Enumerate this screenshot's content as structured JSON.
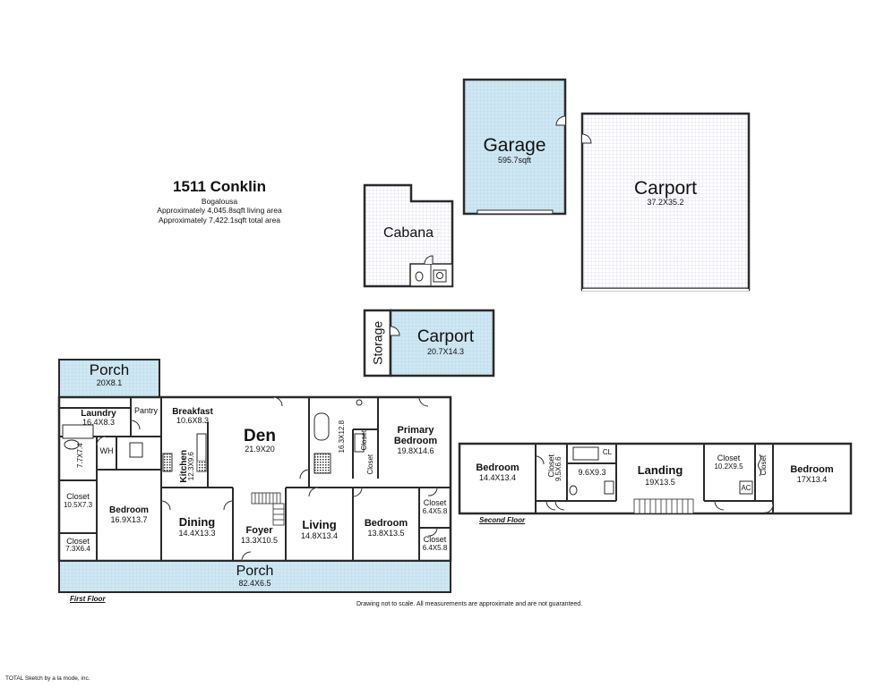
{
  "header": {
    "title": "1511 Conklin",
    "city": "Bogalousa",
    "living_area": "Approximately 4,045.8sqft living area",
    "total_area": "Approximately 7,422.1sqft total area"
  },
  "outbuildings": {
    "garage": {
      "name": "Garage",
      "size": "595.7sqft"
    },
    "carport_large": {
      "name": "Carport",
      "size": "37.2X35.2"
    },
    "cabana": {
      "name": "Cabana"
    },
    "storage": {
      "name": "Storage"
    },
    "carport_small": {
      "name": "Carport",
      "size": "20.7X14.3"
    }
  },
  "first_floor": {
    "label": "First Floor",
    "rooms": {
      "porch_back": {
        "name": "Porch",
        "size": "20X8.1"
      },
      "laundry": {
        "name": "Laundry",
        "size": "16.4X8.3"
      },
      "pantry": {
        "name": "Pantry"
      },
      "breakfast": {
        "name": "Breakfast",
        "size": "10.6X8.3"
      },
      "wh": {
        "name": "WH"
      },
      "bath_small": {
        "size": "7.7X7.4"
      },
      "kitchen": {
        "name": "Kitchen",
        "size": "12.3X9.6"
      },
      "den": {
        "name": "Den",
        "size": "21.9X20"
      },
      "bath_main": {
        "size": "16.3X12.8"
      },
      "primary_closet": {
        "name": "Closet"
      },
      "primary_closet2": {
        "name": "Closet"
      },
      "primary_bedroom": {
        "name": "Primary Bedroom",
        "size": "19.8X14.6"
      },
      "closet_a": {
        "name": "Closet",
        "size": "10.5X7.3"
      },
      "closet_b": {
        "name": "Closet",
        "size": "7.3X6.4"
      },
      "bedroom_w": {
        "name": "Bedroom",
        "size": "16.9X13.7"
      },
      "dining": {
        "name": "Dining",
        "size": "14.4X13.3"
      },
      "foyer": {
        "name": "Foyer",
        "size": "13.3X10.5"
      },
      "living": {
        "name": "Living",
        "size": "14.8X13.4"
      },
      "bedroom_e": {
        "name": "Bedroom",
        "size": "13.8X13.5"
      },
      "closet_e1": {
        "name": "Closet",
        "size": "6.4X5.8"
      },
      "closet_e2": {
        "name": "Closet",
        "size": "6.4X5.8"
      },
      "porch_front": {
        "name": "Porch",
        "size": "82.4X6.5"
      }
    }
  },
  "second_floor": {
    "label": "Second Floor",
    "rooms": {
      "bedroom_w": {
        "name": "Bedroom",
        "size": "14.4X13.4"
      },
      "closet_w": {
        "name": "Closet",
        "size": "9.5X6.6"
      },
      "cl": {
        "name": "CL"
      },
      "bath": {
        "size": "9.6X9.3"
      },
      "landing": {
        "name": "Landing",
        "size": "19X13.5"
      },
      "closet_e": {
        "name": "Closet",
        "size": "10.2X9.5"
      },
      "closet_e_small": {
        "name": "Closet"
      },
      "ac": {
        "name": "AC"
      },
      "bedroom_e": {
        "name": "Bedroom",
        "size": "17X13.4"
      }
    }
  },
  "disclaimer": "Drawing not to scale. All measurements are approximate and are not guaranteed.",
  "credit": "TOTAL Sketch by a la mode, inc.",
  "colors": {
    "fill_blue": "#cfe8f3",
    "wall": "#2a2a2a",
    "hatch": "#6a6a6a"
  }
}
